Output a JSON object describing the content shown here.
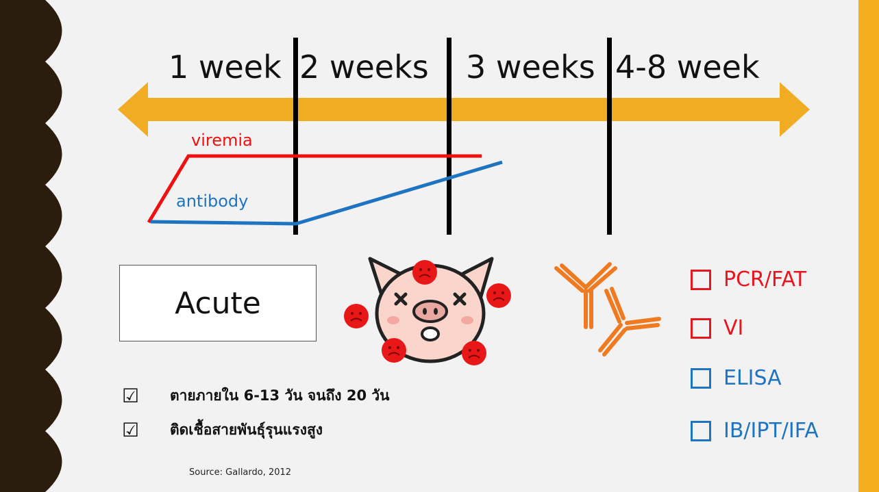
{
  "timeline": {
    "week_labels": [
      "1 week",
      "2 weeks",
      "3 weeks",
      "4-8 week"
    ],
    "arrow_color": "#F0AD24"
  },
  "curves": {
    "viremia": {
      "label": "viremia",
      "color": "#F01010"
    },
    "antibody": {
      "label": "antibody",
      "color": "#1E74C0"
    }
  },
  "stage": {
    "label": "Acute"
  },
  "checklist": [
    {
      "symbol": "☑",
      "text": "ตายภายใน 6-13 วัน จนถึง 20 วัน"
    },
    {
      "symbol": "☑",
      "text": "ติดเชื้อสายพันธุ์รุนแรงสูง"
    }
  ],
  "tests": [
    {
      "label": "PCR/FAT",
      "color": "#E8141E"
    },
    {
      "label": "VI",
      "color": "#E8141E"
    },
    {
      "label": "ELISA",
      "color": "#1E74C0"
    },
    {
      "label": "IB/IPT/IFA",
      "color": "#1E74C0"
    }
  ],
  "source": "Source: Gallardo, 2012",
  "icons": {
    "pig": "sick-pig-icon",
    "antibody": "antibody-icon",
    "sad_face": "sad-face-icon"
  },
  "colors": {
    "wavy_border": "#2B1D0E",
    "right_bar": "#F5AE1E",
    "panel": "#F2F2F2"
  }
}
